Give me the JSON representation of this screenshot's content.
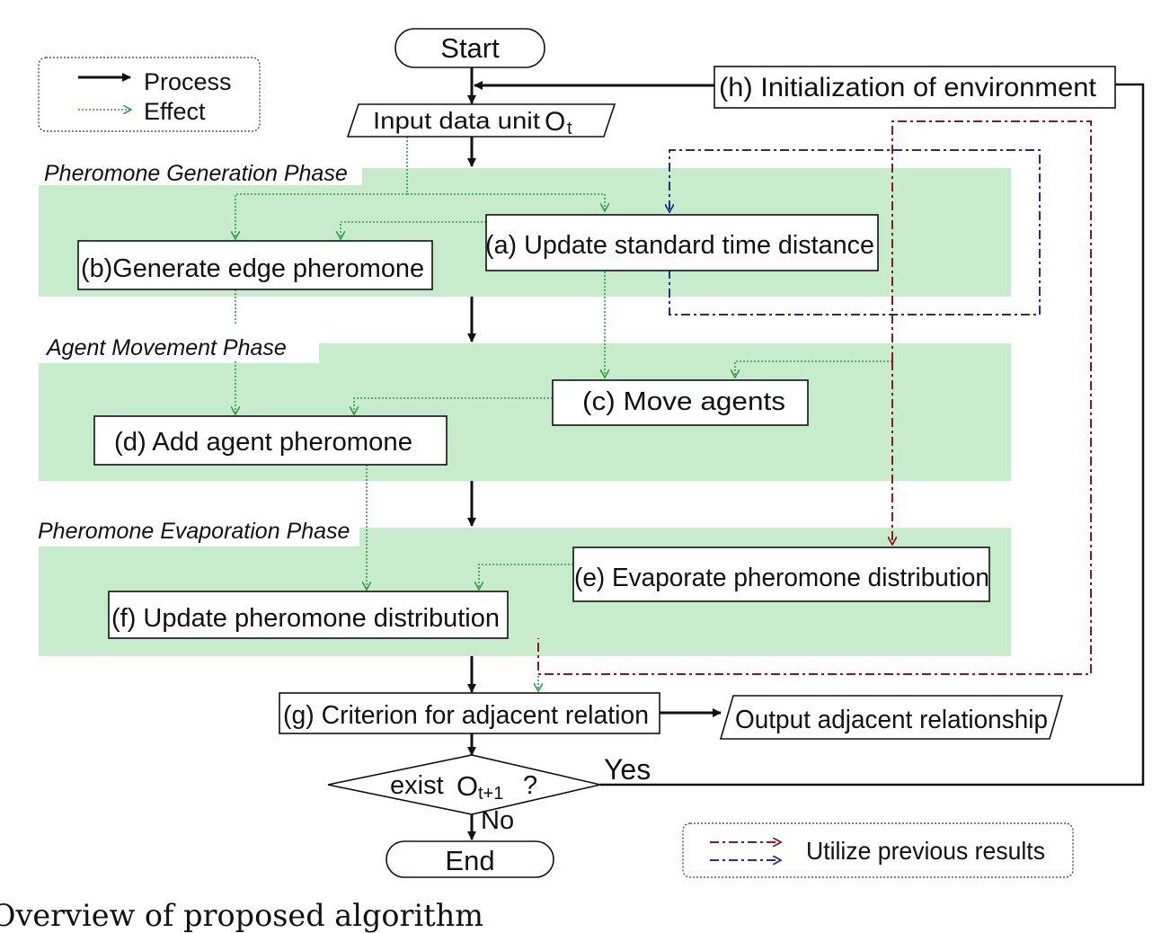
{
  "legend": {
    "process": "Process",
    "effect": "Effect",
    "utilize": "Utilize previous results"
  },
  "nodes": {
    "start": "Start",
    "input": "Input data unit",
    "input_symbol": "O",
    "input_sub": "t",
    "a": "(a) Update standard time distance",
    "b": "(b)Generate edge pheromone",
    "c": "(c) Move agents",
    "d": "(d) Add agent pheromone",
    "e": "(e) Evaporate pheromone distribution",
    "f": "(f) Update pheromone distribution",
    "g": "(g) Criterion for adjacent relation",
    "h": "(h) Initialization of environment",
    "output": "Output adjacent relationship",
    "decision_prefix": "exist",
    "decision_symbol": "O",
    "decision_sub": "t+1",
    "decision_suffix": "?",
    "yes": "Yes",
    "no": "No",
    "end": "End"
  },
  "phases": {
    "generation": "Pheromone Generation Phase",
    "movement": "Agent Movement Phase",
    "evaporation": "Pheromone Evaporation Phase"
  },
  "caption": "Overview of proposed algorithm",
  "colors": {
    "phase_fill": "#c6eccb",
    "process": "#111111",
    "effect": "#2ea043",
    "utilize_red": "#8b1a1a",
    "utilize_blue": "#1f2f8f"
  }
}
